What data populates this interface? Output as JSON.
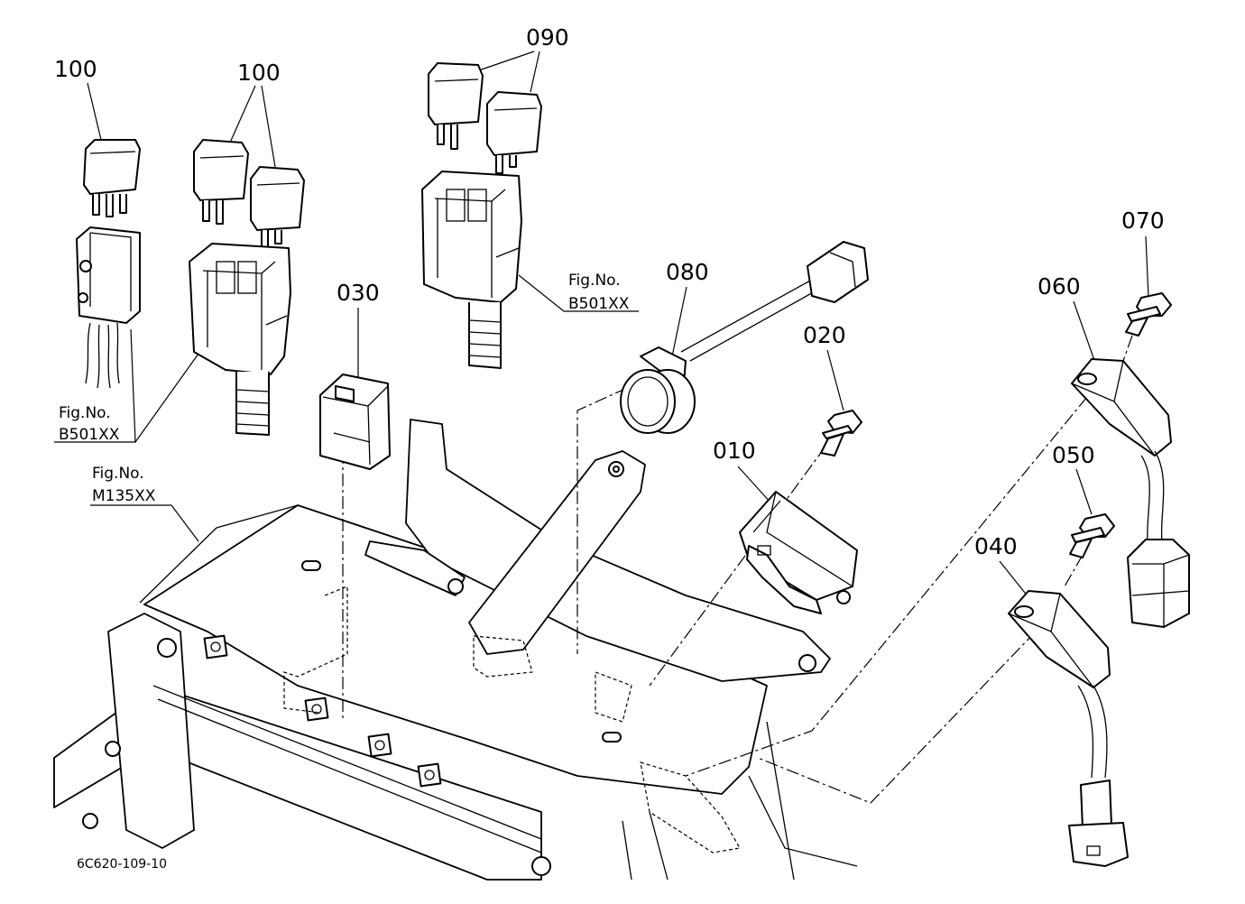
{
  "callouts": {
    "c100a": "100",
    "c100b": "100",
    "c090": "090",
    "c030": "030",
    "c080": "080",
    "c020": "020",
    "c010": "010",
    "c060": "060",
    "c070": "070",
    "c050": "050",
    "c040": "040"
  },
  "refs": {
    "b501_left_line1": "Fig.No.",
    "b501_left_line2": "B501XX",
    "m135_line1": "Fig.No.",
    "m135_line2": "M135XX",
    "b501_right_line1": "Fig.No.",
    "b501_right_line2": "B501XX"
  },
  "footer": {
    "drawing_code": "6C620-109-10"
  }
}
